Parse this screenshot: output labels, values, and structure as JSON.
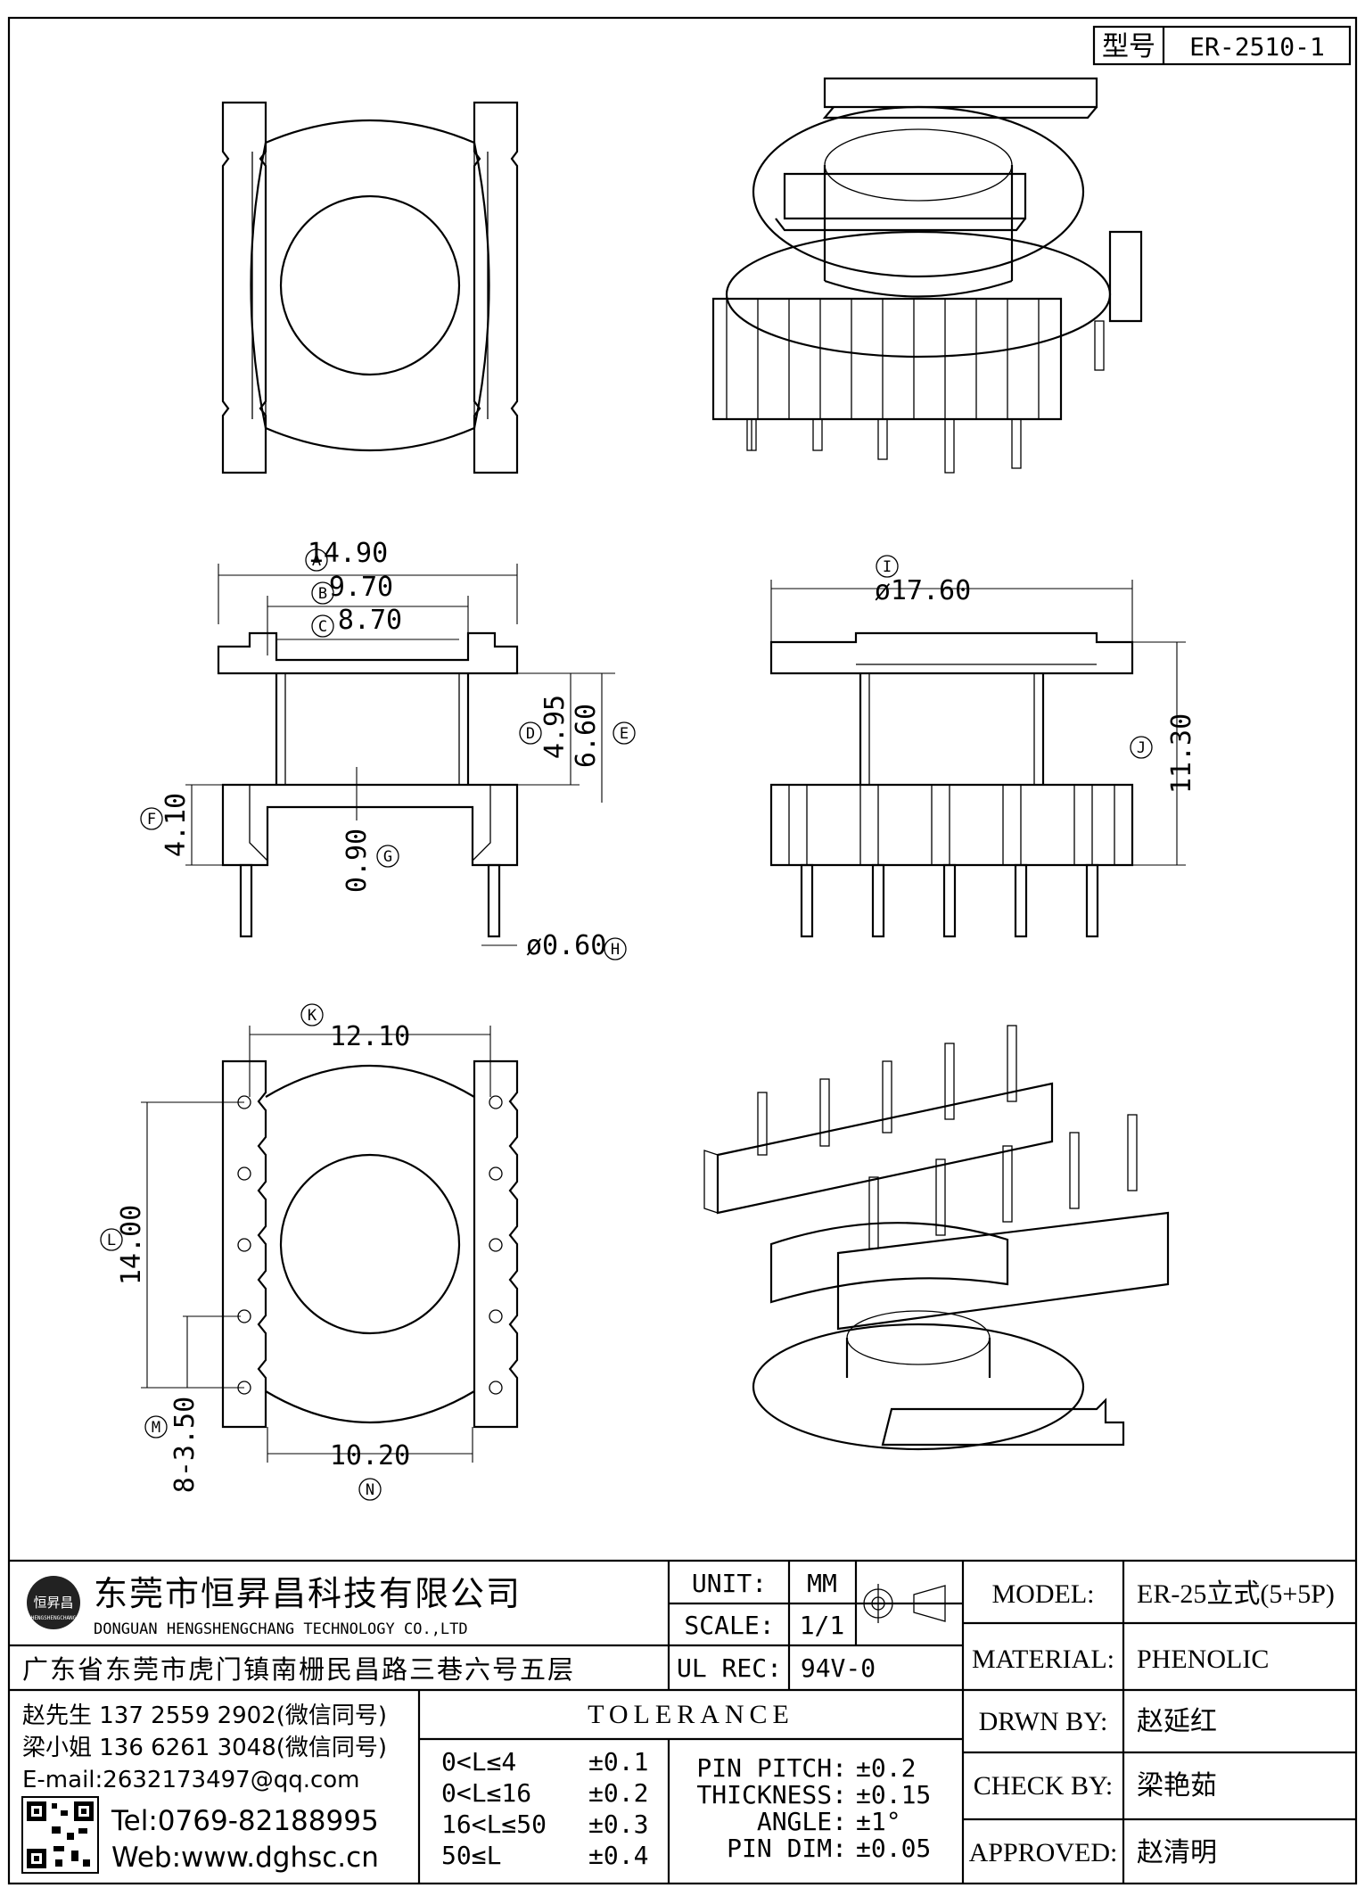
{
  "type_box": {
    "label": "型号",
    "value": "ER-2510-1"
  },
  "dimensions": {
    "A": "14.90",
    "B": "9.70",
    "C": "8.70",
    "D": "4.95",
    "E": "6.60",
    "F": "4.10",
    "G": "0.90",
    "H": "ø0.60",
    "I": "ø17.60",
    "J": "11.30",
    "K": "12.10",
    "L": "14.00",
    "M": "8-3.50",
    "N": "10.20"
  },
  "dimension_tags": {
    "A": "A",
    "B": "B",
    "C": "C",
    "D": "D",
    "E": "E",
    "F": "F",
    "G": "G",
    "H": "H",
    "I": "I",
    "J": "J",
    "K": "K",
    "L": "L",
    "M": "M",
    "N": "N"
  },
  "company": {
    "logo_text": "恒昇昌",
    "logo_sub": "HENGSHENGCHANG",
    "name_cn": "东莞市恒昇昌科技有限公司",
    "name_en": "DONGUAN HENGSHENGCHANG TECHNOLOGY CO.,LTD",
    "address": "广东省东莞市虎门镇南栅民昌路三巷六号五层"
  },
  "contacts": {
    "line1": "赵先生 137 2559 2902(微信同号)",
    "line2": "梁小姐 136 6261 3048(微信同号)",
    "email": "E-mail:2632173497@qq.com",
    "tel": "Tel:0769-82188995",
    "web": "Web:www.dghsc.cn"
  },
  "spec": {
    "unit_label": "UNIT:",
    "unit_value": "MM",
    "scale_label": "SCALE:",
    "scale_value": "1/1",
    "ulrec_label": "UL REC:",
    "ulrec_value": "94V-0"
  },
  "tolerance": {
    "title": "TOLERANCE",
    "rows": [
      {
        "range": "0<L≤4",
        "tol": "±0.1"
      },
      {
        "range": "0<L≤16",
        "tol": "±0.2"
      },
      {
        "range": "16<L≤50",
        "tol": "±0.3"
      },
      {
        "range": "50≤L",
        "tol": "±0.4"
      }
    ],
    "extra": [
      {
        "label": "PIN PITCH:",
        "tol": "±0.2"
      },
      {
        "label": "THICKNESS:",
        "tol": "±0.15"
      },
      {
        "label": "ANGLE:",
        "tol": "±1°"
      },
      {
        "label": "PIN DIM:",
        "tol": "±0.05"
      }
    ]
  },
  "title_block": {
    "model_label": "MODEL:",
    "model_value": "ER-25立式(5+5P)",
    "material_label": "MATERIAL:",
    "material_value": "PHENOLIC",
    "drwn_label": "DRWN BY:",
    "drwn_value": "赵延红",
    "check_label": "CHECK BY:",
    "check_value": "梁艳茹",
    "approved_label": "APPROVED:",
    "approved_value": "赵清明"
  }
}
